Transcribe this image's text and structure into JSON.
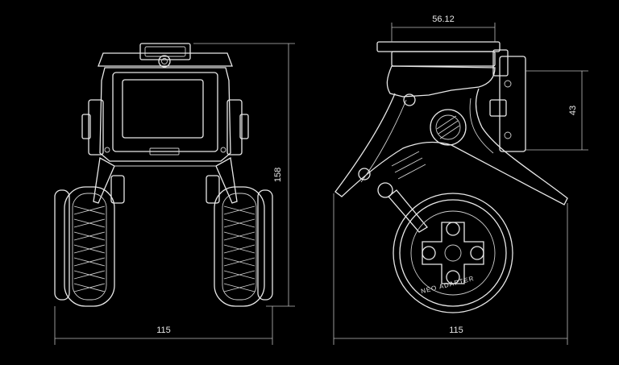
{
  "dimensions": {
    "front_width": "115",
    "front_height": "158",
    "side_width": "115",
    "top_width": "56.12",
    "side_height": "43"
  },
  "colors": {
    "background": "#000000",
    "line": "#e8e8e8"
  },
  "branding": {
    "wheel_text": "NEO ADAPTER"
  }
}
